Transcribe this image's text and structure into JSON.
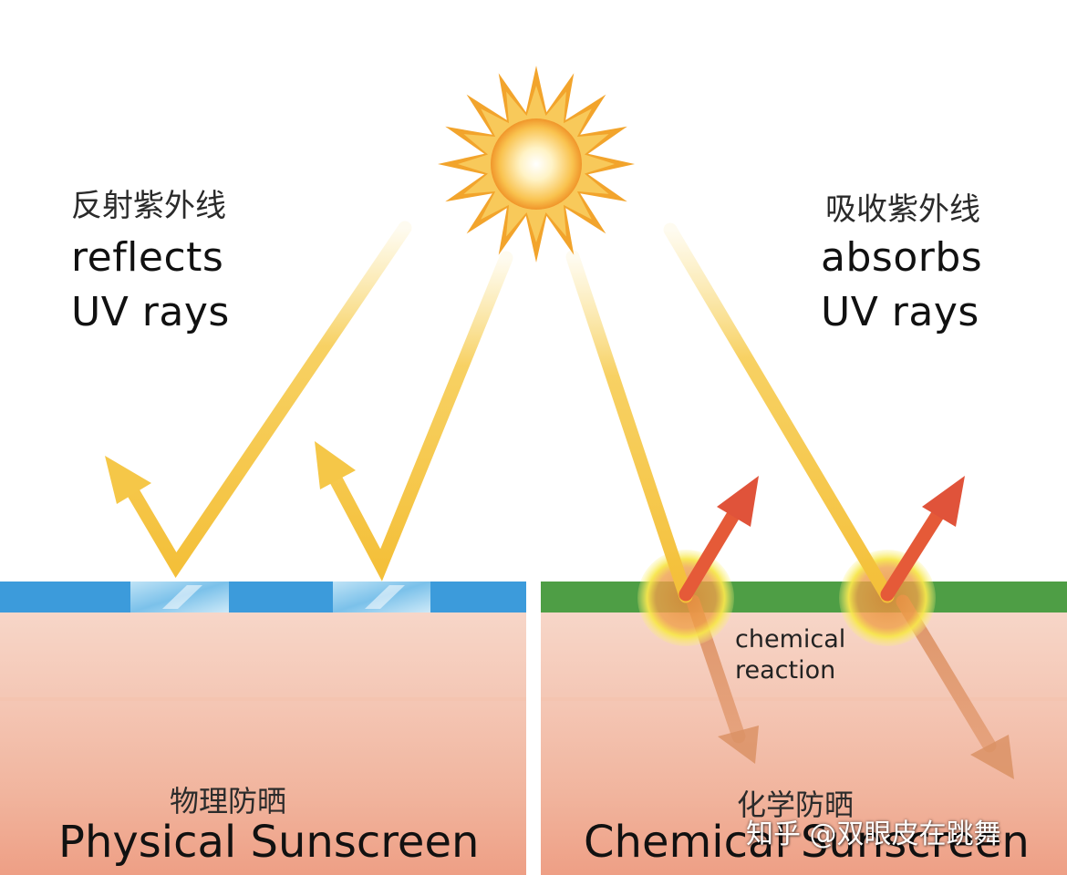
{
  "left": {
    "cn_title": "反射紫外线",
    "en_title_line1": "reflects",
    "en_title_line2": "UV rays",
    "bottom_cn": "物理防晒",
    "bottom_en": "Physical Sunscreen"
  },
  "right": {
    "cn_title": "吸收紫外线",
    "en_title_line1": "absorbs",
    "en_title_line2": "UV rays",
    "reaction_line1": "chemical",
    "reaction_line2": "reaction",
    "bottom_cn": "化学防晒",
    "bottom_en": "Chemical Sunscreen"
  },
  "watermark": "知乎 @双眼皮在跳舞",
  "colors": {
    "uv_ray": "#F6C948",
    "reflected_heat": "#E0533A",
    "transmitted": "#D9906A",
    "physical_layer": "#3C9BDB",
    "chemical_layer": "#4E9E45",
    "skin_top": "#F6D2C4",
    "skin_bottom": "#EFA28A",
    "sun_core": "#FFF5D0",
    "sun_rays": "#F2A42C"
  },
  "icons": {
    "sun": "sun-icon"
  }
}
